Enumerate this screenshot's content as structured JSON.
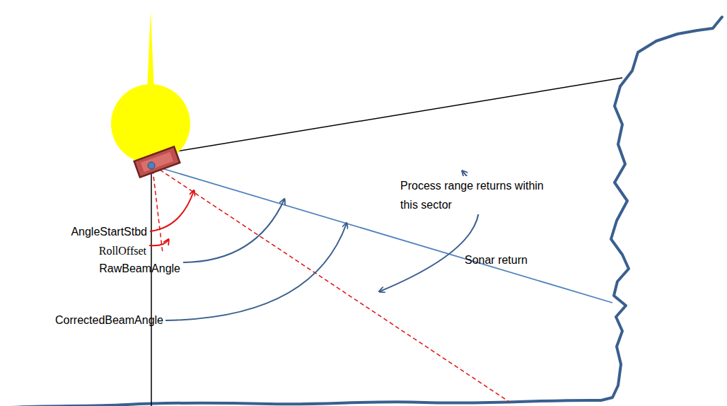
{
  "diagram": {
    "labels": [
      "AngleStartStbd",
      "RollOffset",
      "RawBeamAngle",
      "CorrectedBeamAngle",
      "Process range returns within this sector",
      "Sonar return"
    ]
  }
}
